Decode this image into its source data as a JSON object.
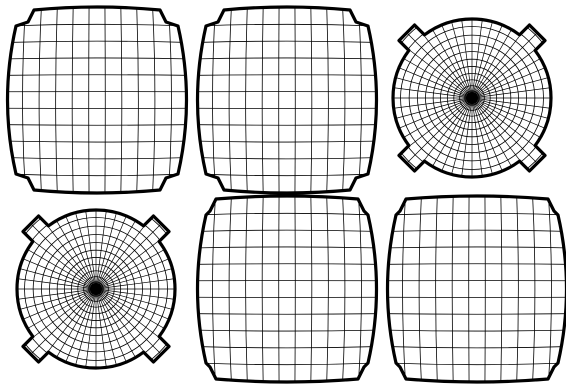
{
  "figure": {
    "rows": 2,
    "cols": 3,
    "line_color": "#000000",
    "background": "#ffffff",
    "panels": [
      {
        "projection": "square-grid",
        "top_chamfer": "wide",
        "grid_cells": [
          11,
          11
        ]
      },
      {
        "projection": "square-grid",
        "top_chamfer": "wide",
        "grid_cells": [
          11,
          11
        ]
      },
      {
        "projection": "polar",
        "top_chamfer": "none",
        "radial_lines": 48,
        "rings": 14,
        "tabs": 4
      },
      {
        "projection": "polar",
        "top_chamfer": "none",
        "radial_lines": 48,
        "rings": 14,
        "tabs": 4
      },
      {
        "projection": "square-grid",
        "top_chamfer": "narrow",
        "grid_cells": [
          11,
          11
        ]
      },
      {
        "projection": "square-grid",
        "top_chamfer": "narrow",
        "grid_cells": [
          11,
          11
        ]
      }
    ]
  }
}
